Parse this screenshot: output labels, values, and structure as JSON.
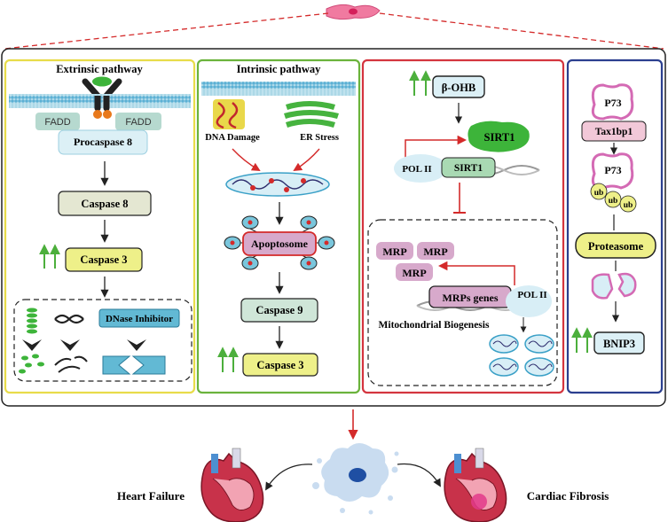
{
  "panels": {
    "extrinsic": {
      "title": "Extrinsic pathway",
      "fadd_left": "FADD",
      "fadd_right": "FADD",
      "procaspase": "Procaspase 8",
      "caspase8": "Caspase 8",
      "caspase3": "Caspase 3",
      "dnase_inhibitor": "DNase Inhibitor"
    },
    "intrinsic": {
      "title": "Intrinsic pathway",
      "dna_damage": "DNA Damage",
      "er_stress": "ER Stress",
      "apoptosome": "Apoptosome",
      "caspase9": "Caspase 9",
      "caspase3": "Caspase 3"
    },
    "sirt": {
      "bohb": "β-OHB",
      "sirt1_top": "SIRT1",
      "pol_left": "POL II",
      "sirt1_box": "SIRT1",
      "mrp1": "MRP",
      "mrp2": "MRP",
      "mrp3": "MRP",
      "mrps_genes": "MRPs genes",
      "pol_right": "POL II",
      "biogenesis": "Mitochondrial Biogenesis"
    },
    "p73": {
      "p73_top": "P73",
      "tax1bp1": "Tax1bp1",
      "p73_bottom": "P73",
      "ub1": "ub",
      "ub2": "ub",
      "ub3": "ub",
      "proteasome": "Proteasome",
      "bnip3": "BNIP3"
    }
  },
  "outcomes": {
    "left": "Heart Failure",
    "right": "Cardiac Fibrosis"
  },
  "colors": {
    "extrinsic_border": "#e8dc4a",
    "intrinsic_border": "#6bb33c",
    "sirt_border": "#d4353f",
    "p73_border": "#2b3f8f",
    "up_arrow": "#4caf3c",
    "inhibit_red": "#d42a2a",
    "pink_node": "#d46ab4"
  }
}
